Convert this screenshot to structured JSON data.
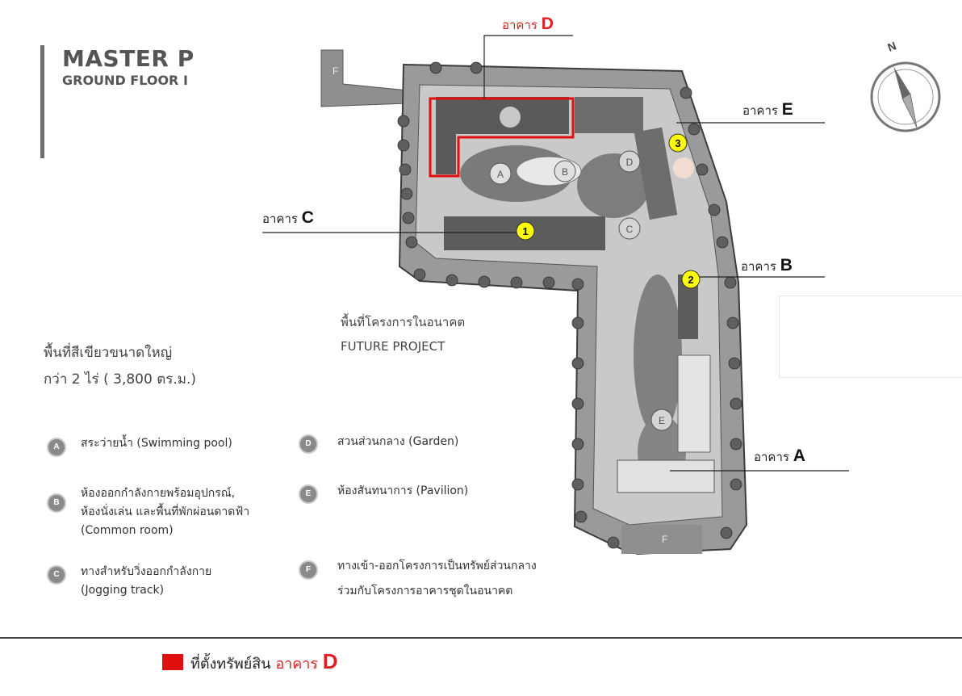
{
  "title": {
    "main": "MASTER P",
    "sub": "GROUND FLOOR I"
  },
  "buildings": {
    "D": {
      "prefix": "อาคาร",
      "letter": "D"
    },
    "E": {
      "prefix": "อาคาร",
      "letter": "E"
    },
    "C": {
      "prefix": "อาคาร",
      "letter": "C"
    },
    "B": {
      "prefix": "อาคาร",
      "letter": "B"
    },
    "A": {
      "prefix": "อาคาร",
      "letter": "A"
    }
  },
  "markers": [
    "1",
    "2",
    "3"
  ],
  "green_area": {
    "line1": "พื้นที่สีเขียวขนาดใหญ่",
    "line2": "กว่า 2 ไร่ ( 3,800 ตร.ม.)"
  },
  "future_project": {
    "line1": "พื้นที่โครงการในอนาคต",
    "line2": "FUTURE PROJECT"
  },
  "legend": [
    {
      "key": "A",
      "lines": [
        "สระว่ายน้ำ (Swimming pool)"
      ]
    },
    {
      "key": "B",
      "lines": [
        "ห้องออกกำลังกายพร้อมอุปกรณ์,",
        "ห้องนั่งเล่น และพื้นที่พักผ่อนดาดฟ้า",
        "(Common room)"
      ]
    },
    {
      "key": "C",
      "lines": [
        "ทางสำหรับวิ่งออกกำลังกาย",
        "(Jogging track)"
      ]
    },
    {
      "key": "D",
      "lines": [
        "สวนส่วนกลาง (Garden)"
      ]
    },
    {
      "key": "E",
      "lines": [
        "ห้องสันทนาการ (Pavilion)"
      ]
    },
    {
      "key": "F",
      "lines": [
        "ทางเข้า-ออกโครงการเป็นทรัพย์ส่วนกลาง",
        "ร่วมกับโครงการอาคารชุดในอนาคต"
      ]
    }
  ],
  "map_letters": {
    "A": "A",
    "B": "B",
    "C": "C",
    "D": "D",
    "E": "E",
    "F": "F"
  },
  "compass": "N",
  "footer": {
    "label": "ที่ตั้งทรัพย์สิน",
    "prefix": "อาคาร",
    "letter": "D"
  },
  "colors": {
    "highlight": "#e01010",
    "marker": "#ffff00",
    "site": "#8c8c8c",
    "green": "#6a6a6a"
  }
}
